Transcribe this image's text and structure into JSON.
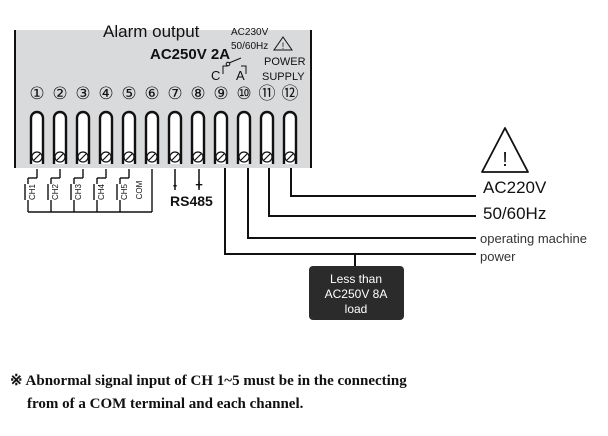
{
  "header": {
    "alarm_output_label": "Alarm output",
    "alarm_rating": "AC250V  2A",
    "supply_voltage": "AC230V",
    "supply_freq": "50/60Hz",
    "power_label": "POWER",
    "supply_label": "SUPPLY",
    "c_label": "C",
    "a_label": "A"
  },
  "terminals": [
    "①",
    "②",
    "③",
    "④",
    "⑤",
    "⑥",
    "⑦",
    "⑧",
    "⑨",
    "⑩",
    "⑪",
    "⑫"
  ],
  "inputs": {
    "channels": [
      "CH1",
      "CH2",
      "CH3",
      "CH4",
      "CH5"
    ],
    "com": "COM",
    "minus": "-",
    "plus": "+",
    "rs485": "RS485"
  },
  "power": {
    "voltage": "AC220V",
    "freq": "50/60Hz",
    "machine_line1": "operating machine",
    "machine_line2": "power"
  },
  "load_box": {
    "line1": "Less than",
    "line2": "AC250V 8A",
    "line3": "load"
  },
  "note": {
    "symbol": "※",
    "line1": "Abnormal signal input of CH 1~5 must be in the connecting",
    "line2": "from of a COM terminal and each channel."
  }
}
